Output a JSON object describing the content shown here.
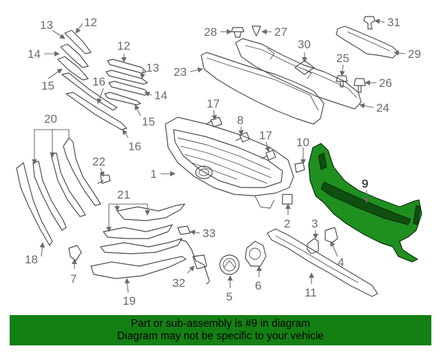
{
  "highlight_color": "#148014",
  "highlighted_part": "9",
  "callouts": {
    "c1": "1",
    "c2": "2",
    "c3": "3",
    "c4": "4",
    "c5": "5",
    "c6": "6",
    "c7": "7",
    "c8": "8",
    "c9": "9",
    "c10": "10",
    "c11": "11",
    "c12a": "12",
    "c12b": "12",
    "c13a": "13",
    "c13b": "13",
    "c14a": "14",
    "c14b": "14",
    "c15a": "15",
    "c15b": "15",
    "c16a": "16",
    "c16b": "16",
    "c17a": "17",
    "c17b": "17",
    "c18": "18",
    "c19": "19",
    "c20": "20",
    "c21": "21",
    "c22": "22",
    "c23": "23",
    "c24": "24",
    "c25": "25",
    "c26": "26",
    "c27": "27",
    "c28": "28",
    "c29": "29",
    "c30": "30",
    "c31": "31",
    "c32": "32",
    "c33": "33"
  },
  "banner": {
    "line1": "Part or sub-assembly is #9 in diagram",
    "line2": "Diagram may not be specific to your vehicle"
  }
}
